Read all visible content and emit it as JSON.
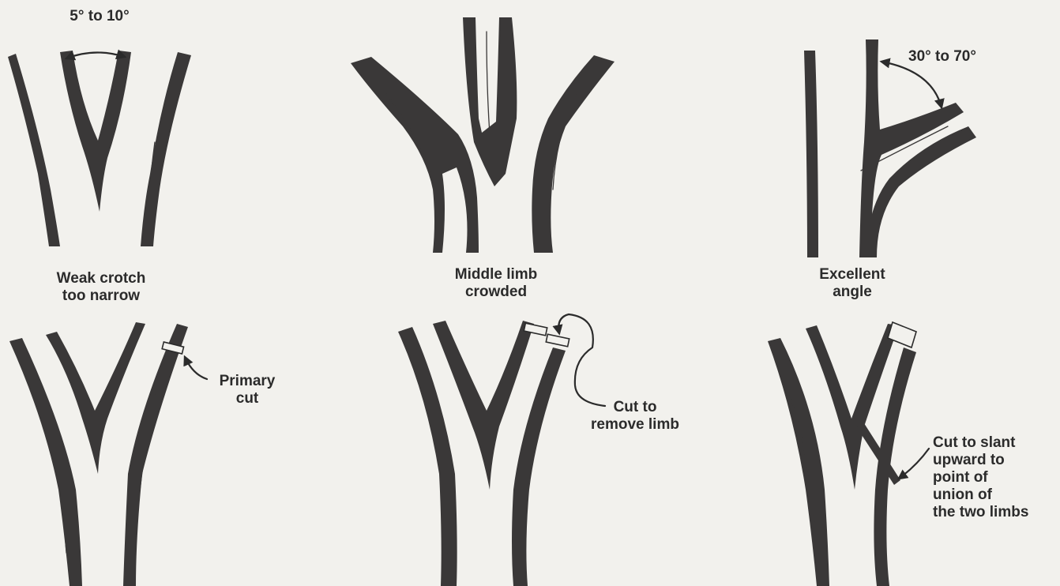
{
  "colors": {
    "paper": "#f2f1ed",
    "ink": "#2b2b2b",
    "bark": "#3a3838"
  },
  "panels": [
    {
      "id": "weak-crotch",
      "angle": "5° to 10°",
      "caption": [
        "Weak crotch",
        "too narrow"
      ]
    },
    {
      "id": "middle-limb",
      "caption": [
        "Middle limb",
        "crowded"
      ]
    },
    {
      "id": "excellent-angle",
      "angle": "30° to 70°",
      "caption": [
        "Excellent",
        "angle"
      ]
    },
    {
      "id": "primary-cut",
      "callout": [
        "Primary",
        "cut"
      ]
    },
    {
      "id": "remove-limb",
      "callout": [
        "Cut to",
        "remove limb"
      ]
    },
    {
      "id": "slant-cut",
      "callout": [
        "Cut to slant",
        "upward to",
        "point of",
        "union of",
        "the two limbs"
      ]
    }
  ]
}
